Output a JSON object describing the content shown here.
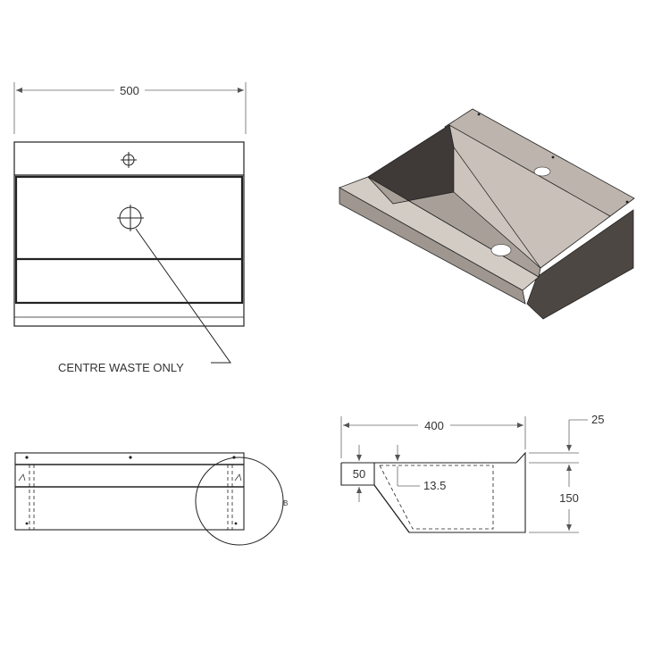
{
  "top_view": {
    "width_dimension": "500",
    "callout": "CENTRE WASTE ONLY"
  },
  "side_view": {
    "width_dimension": "400",
    "upstand_dimension": "25",
    "height_dimension": "150",
    "depth_dimension": "50",
    "offset_dimension": "13.5"
  },
  "front_view": {
    "detail_label": "B"
  },
  "colors": {
    "line": "#222222",
    "dimension": "#555555",
    "basin_light": "#cbc3bb",
    "basin_dark": "#4d4743"
  }
}
